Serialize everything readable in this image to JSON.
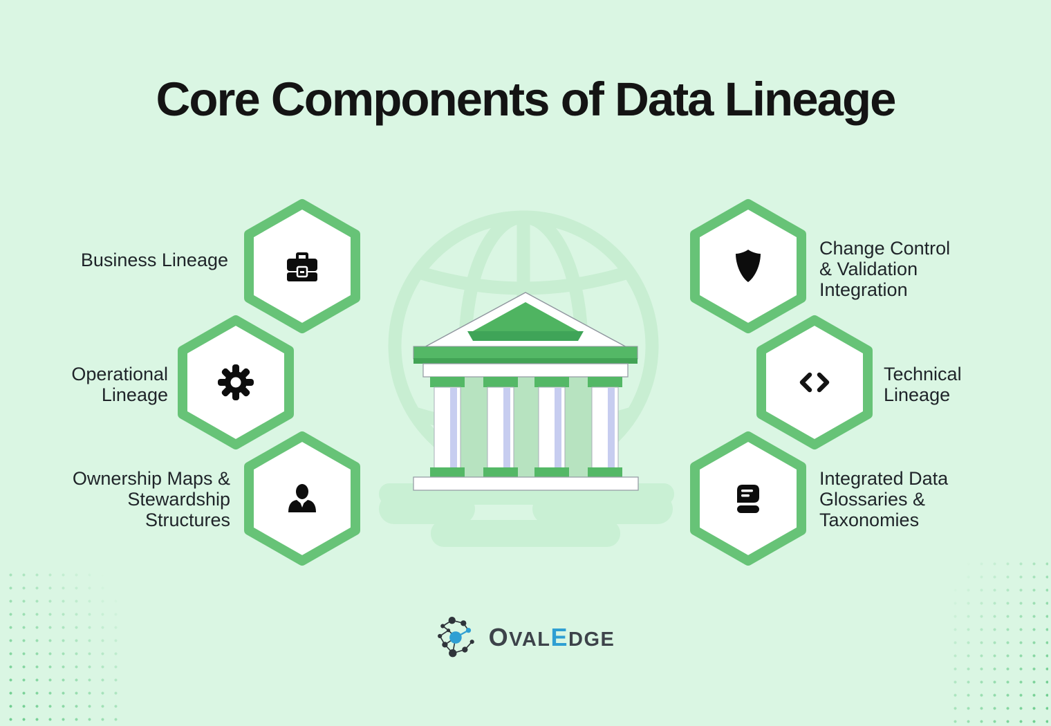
{
  "title": "Core Components of Data Lineage",
  "components": [
    {
      "name": "business-lineage",
      "side": "left",
      "icon": "briefcase-icon",
      "lines": [
        "Business Lineage"
      ]
    },
    {
      "name": "operational-lineage",
      "side": "left",
      "icon": "gear-icon",
      "lines": [
        "Operational",
        "Lineage"
      ]
    },
    {
      "name": "ownership-maps",
      "side": "left",
      "icon": "person-icon",
      "lines": [
        "Ownership Maps &",
        "Stewardship",
        "Structures"
      ]
    },
    {
      "name": "change-control",
      "side": "right",
      "icon": "shield-icon",
      "lines": [
        "Change Control",
        "& Validation",
        "Integration"
      ]
    },
    {
      "name": "technical-lineage",
      "side": "right",
      "icon": "code-icon",
      "lines": [
        "Technical",
        "Lineage"
      ]
    },
    {
      "name": "integrated-glossaries",
      "side": "right",
      "icon": "book-icon",
      "lines": [
        "Integrated Data",
        "Glossaries &",
        "Taxonomies"
      ]
    }
  ],
  "center_illustration": "bank-building-with-globe",
  "logo": {
    "part1": "O",
    "part2": "VAL",
    "part3": "E",
    "part4": "DGE"
  },
  "colors": {
    "background": "#daf6e3",
    "hex_border": "#67c377",
    "hex_fill": "#ffffff",
    "icon_black": "#0d0d0d",
    "title_text": "#141414",
    "label_text": "#1f2429",
    "building_green": "#54b866",
    "building_green_dark": "#42a355",
    "inner_wall_green": "#b7e3c0",
    "column_shade_lavender": "#c7cdf0",
    "globe_outline": "#c8eed2",
    "ground_blob": "#c9f0d4",
    "dot_green": "#4fc176",
    "logo_dark": "#3d434a",
    "logo_blue": "#2f9fd3"
  }
}
